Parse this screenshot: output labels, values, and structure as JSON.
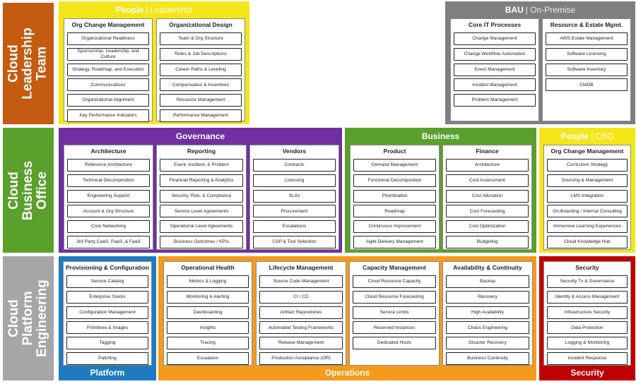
{
  "rows": {
    "leadership": "Cloud\nLeadership\nTeam",
    "business_office": "Cloud Business\nOffice",
    "platform_engineering": "Cloud Platform\nEngineering"
  },
  "groups": {
    "people_leadership": {
      "title": "People",
      "sub": "| Leadership",
      "color": "#F5E61A"
    },
    "bau": {
      "title": "BAU",
      "sub": "| On-Premise",
      "color": "#7F7F7F"
    },
    "governance": {
      "title": "Governance",
      "color": "#7030A0"
    },
    "business": {
      "title": "Business",
      "color": "#5AA02C"
    },
    "people_cbo": {
      "title": "People",
      "sub": "| CBO",
      "color": "#F5E61A"
    },
    "platform": {
      "title": "Platform",
      "color": "#1F7BC0"
    },
    "operations": {
      "title": "Operations",
      "color": "#F59A1B"
    },
    "security": {
      "title": "Security",
      "color": "#C00000"
    }
  },
  "columns": {
    "org_change_mgmt": {
      "title": "Org Change Management",
      "items": [
        "Organizational Readiness",
        "Sponsorship, Leadership, and Culture",
        "Strategy, Roadmap, and Execution",
        "Communications",
        "Organizational Alignment",
        "Key Performance Indicators"
      ]
    },
    "org_design": {
      "title": "Organizational Design",
      "items": [
        "Team & Org Structure",
        "Roles & Job Descriptions",
        "Career Paths & Leveling",
        "Compensation & Incentives",
        "Resource Management",
        "Performance Management"
      ]
    },
    "core_it": {
      "title": "Core IT Processes",
      "items": [
        "Change Management",
        "Change Workflow Automation",
        "Event Management",
        "Incident Management",
        "Problem Management"
      ]
    },
    "resource_estate": {
      "title": "Resource & Estate Mgmt.",
      "items": [
        "AWS Estate Management",
        "Software Licensing",
        "Software Inventory",
        "CMDB"
      ]
    },
    "architecture": {
      "title": "Architecture",
      "items": [
        "Reference Architecture",
        "Technical Decomposition",
        "Engineering Support",
        "Account & Org Structure",
        "Core Networking",
        "3rd Party CaaS, PaaS, & FaaS"
      ]
    },
    "reporting": {
      "title": "Reporting",
      "items": [
        "Event, Incident, & Problem",
        "Financial Reporting & Analytics",
        "Security, Risk, & Compliance",
        "Service Level Agreements",
        "Operational Level Agreements",
        "Business Outcomes / KPIs"
      ]
    },
    "vendors": {
      "title": "Vendors",
      "items": [
        "Contracts",
        "Licensing",
        "SLAs",
        "Procurement",
        "Escalations",
        "CSP & Tool Selection"
      ]
    },
    "product": {
      "title": "Product",
      "items": [
        "Demand Management",
        "Functional Decomposition",
        "Prioritization",
        "Roadmap",
        "Continuous Improvement",
        "Agile Delivery Management"
      ]
    },
    "finance": {
      "title": "Finance",
      "items": [
        "Architecture",
        "Cost Assessment",
        "Cost Allocation",
        "Cost Forecasting",
        "Cost Optimization",
        "Budgeting"
      ]
    },
    "org_change_cbo": {
      "title": "Org Change Management",
      "items": [
        "Curriculum Strategy",
        "Sourcing & Management",
        "LMS Integration",
        "On-Boarding / Internal Consulting",
        "Immersive Learning Experiences",
        "Cloud Knowledge Hub"
      ]
    },
    "provisioning": {
      "title": "Provisioning & Configuration",
      "items": [
        "Service Catalog",
        "Enterprise Stacks",
        "Configuration Management",
        "Primitives & Images",
        "Tagging",
        "Patching"
      ]
    },
    "operational_health": {
      "title": "Operational Health",
      "items": [
        "Metrics & Logging",
        "Monitoring & Alerting",
        "Dashboarding",
        "Insights",
        "Tracing",
        "Escalation"
      ]
    },
    "lifecycle": {
      "title": "Lifecycle Management",
      "items": [
        "Source Code Management",
        "CI / CD",
        "Artifact Repositories",
        "Automated Testing Frameworks",
        "Release Management",
        "Production Acceptance (OR)"
      ]
    },
    "capacity": {
      "title": "Capacity Management",
      "items": [
        "Cloud Resource Capacity",
        "Cloud Resource Forecasting",
        "Service Limits",
        "Reserved Instances",
        "Dedicated Hosts"
      ]
    },
    "availability": {
      "title": "Availability & Continuity",
      "items": [
        "Backup",
        "Recovery",
        "High Availability",
        "Chaos Engineering",
        "Disaster Recovery",
        "Business Continuity"
      ]
    },
    "security_col": {
      "title": "Security",
      "items": [
        "Security Tx & Governance",
        "Identity & Access Management",
        "Infrastructure Security",
        "Data Protection",
        "Logging & Monitoring",
        "Incident Response"
      ]
    }
  }
}
